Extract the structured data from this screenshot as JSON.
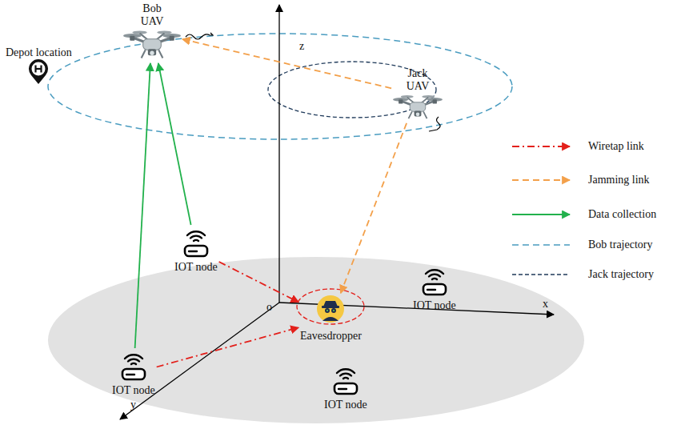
{
  "diagram": {
    "nodes": [
      {
        "text": [
          "Bob UAV"
        ]
      },
      {
        "text": [
          "Depot location"
        ]
      },
      {
        "text": [
          "Jack UAV"
        ]
      },
      {
        "text": [
          "IOT node"
        ]
      },
      {
        "text": [
          "Eavesdropper"
        ]
      },
      {
        "text": [
          "IOT node"
        ]
      },
      {
        "text": [
          "IOT node"
        ]
      },
      {
        "text": [
          "IOT node"
        ]
      }
    ],
    "edges": [
      {
        "from": 6,
        "to": 0,
        "arrow": "to"
      },
      {
        "from": 3,
        "to": 0,
        "arrow": "to"
      },
      {
        "from": 3,
        "to": 4,
        "arrow": "to"
      },
      {
        "from": 6,
        "to": 4,
        "arrow": "to"
      },
      {
        "from": 2,
        "to": 0,
        "arrow": "to"
      },
      {
        "from": 2,
        "to": 4,
        "arrow": "to"
      }
    ],
    "labels": [
      "z",
      "x",
      "y",
      "o"
    ],
    "legend": [
      {
        "text": "Wiretap link"
      },
      {
        "text": "Jamming link"
      },
      {
        "text": "Data collection"
      },
      {
        "text": "Bob trajectory"
      },
      {
        "text": "Jack trajectory"
      }
    ]
  }
}
